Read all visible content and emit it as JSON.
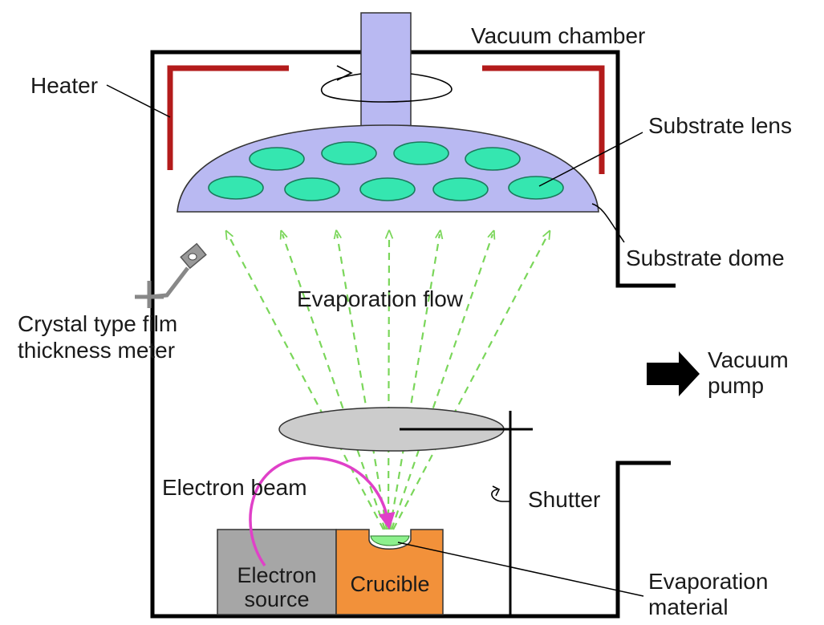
{
  "labels": {
    "vacuum_chamber": "Vacuum chamber",
    "heater": "Heater",
    "substrate_lens": "Substrate lens",
    "substrate_dome": "Substrate dome",
    "evaporation_flow": "Evaporation flow",
    "crystal_meter_line1": "Crystal type film",
    "crystal_meter_line2": "thickness meter",
    "vacuum_pump_line1": "Vacuum",
    "vacuum_pump_line2": "pump",
    "electron_beam": "Electron beam",
    "shutter": "Shutter",
    "electron_source_line1": "Electron",
    "electron_source_line2": "source",
    "crucible": "Crucible",
    "evaporation_material_line1": "Evaporation",
    "evaporation_material_line2": "material"
  },
  "colors": {
    "outline": "#000000",
    "heater": "#b31b1b",
    "dome_fill": "#b9b9f2",
    "lens_fill": "#35e6b0",
    "flow": "#7ad65a",
    "shutter_fill": "#cccccc",
    "electron_source_fill": "#a6a6a6",
    "crucible_fill": "#f2913a",
    "material_fill": "#8df08d",
    "beam": "#e040c8",
    "meter": "#888888"
  }
}
